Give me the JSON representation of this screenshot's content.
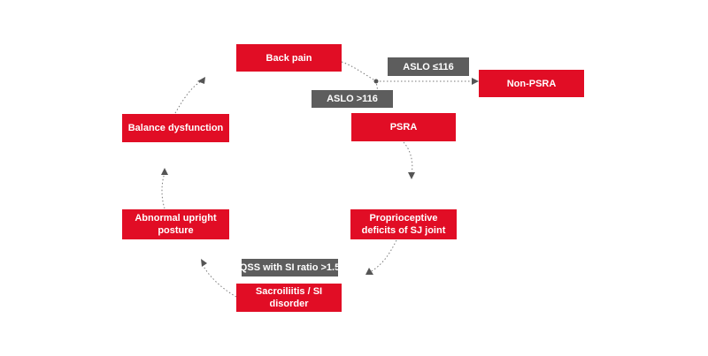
{
  "colors": {
    "node": "#e10d25",
    "condition": "#5d5d5d",
    "connector": "#7a7a7a",
    "text": "#ffffff"
  },
  "nodes": {
    "back_pain": "Back pain",
    "non_psra": "Non-PSRA",
    "psra": "PSRA",
    "proprioceptive": [
      "Proprioceptive",
      "deficits of SJ joint"
    ],
    "sacroiliitis": "Sacroiliitis / SI disorder",
    "abnormal_posture": [
      "Abnormal upright",
      "posture"
    ],
    "balance": "Balance dysfunction"
  },
  "conditions": {
    "aslo_le": "ASLO ≤116",
    "aslo_gt": "ASLO >116",
    "qss": "QSS with SI ratio >1.5"
  }
}
